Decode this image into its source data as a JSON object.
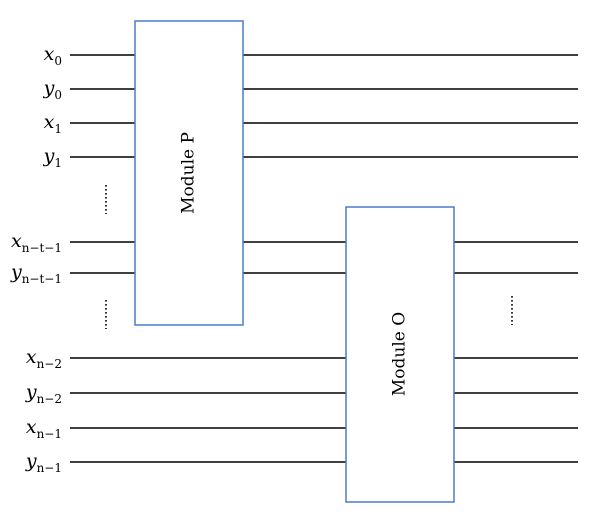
{
  "diagram": {
    "module_p": {
      "label": "Module P"
    },
    "module_o": {
      "label": "Module O"
    },
    "inputs": [
      {
        "var": "x",
        "sub": "0"
      },
      {
        "var": "y",
        "sub": "0"
      },
      {
        "var": "x",
        "sub": "1"
      },
      {
        "var": "y",
        "sub": "1"
      },
      {
        "var": "x",
        "sub": "n−t−1"
      },
      {
        "var": "y",
        "sub": "n−t−1"
      },
      {
        "var": "x",
        "sub": "n−2"
      },
      {
        "var": "y",
        "sub": "n−2"
      },
      {
        "var": "x",
        "sub": "n−1"
      },
      {
        "var": "y",
        "sub": "n−1"
      }
    ],
    "colors": {
      "wire": "#000000",
      "module_border": "#4a7bc8"
    }
  }
}
